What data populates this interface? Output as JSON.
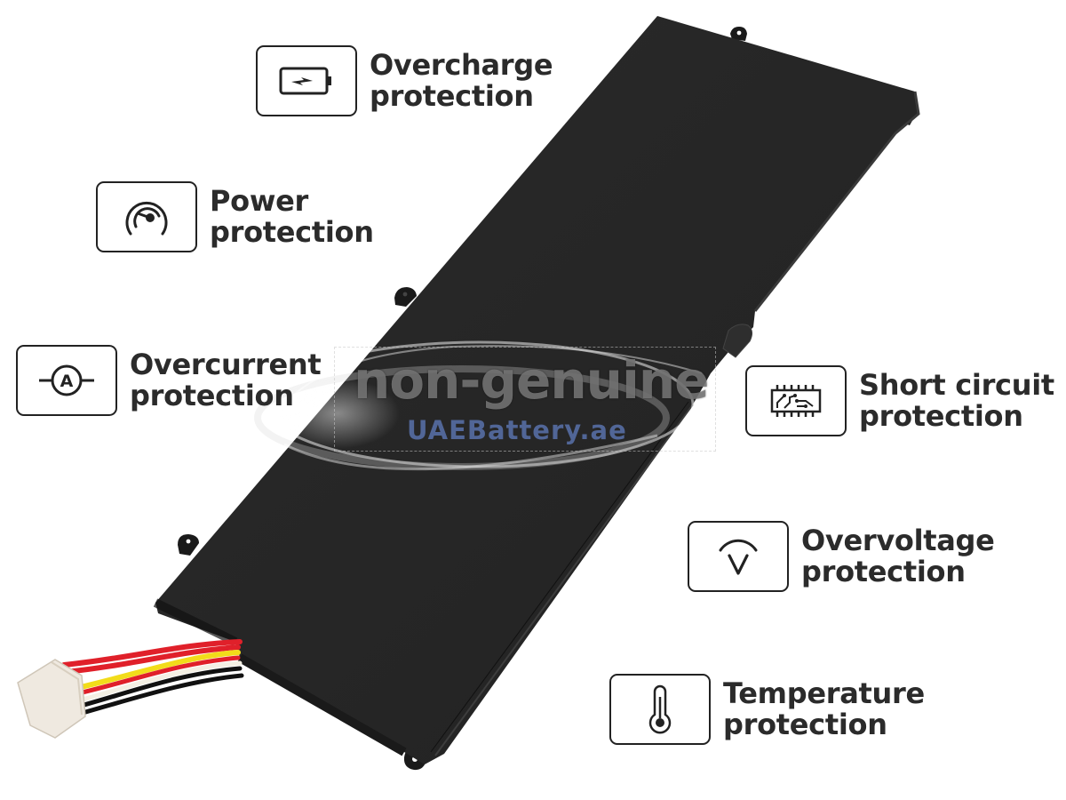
{
  "features": [
    {
      "id": "overcharge",
      "line1": "Overcharge",
      "line2": "protection",
      "icon": "battery-charge-icon"
    },
    {
      "id": "power",
      "line1": "Power",
      "line2": "protection",
      "icon": "gauge-icon"
    },
    {
      "id": "overcurrent",
      "line1": "Overcurrent",
      "line2": "protection",
      "icon": "ammeter-icon"
    },
    {
      "id": "short-circuit",
      "line1": "Short circuit",
      "line2": "protection",
      "icon": "circuit-chip-icon"
    },
    {
      "id": "overvoltage",
      "line1": "Overvoltage",
      "line2": "protection",
      "icon": "voltage-icon"
    },
    {
      "id": "temperature",
      "line1": "Temperature",
      "line2": "protection",
      "icon": "thermometer-icon"
    }
  ],
  "watermark": {
    "main": "non-genuine",
    "sub": "UAEBattery.ae"
  },
  "colors": {
    "battery_body": "#262626",
    "text": "#2b2b2b",
    "wire_red": "#e0202a",
    "wire_yellow": "#f2dc1a",
    "wire_black": "#111111",
    "connector": "#efe9e0",
    "watermark_sub": "#6482c8"
  }
}
